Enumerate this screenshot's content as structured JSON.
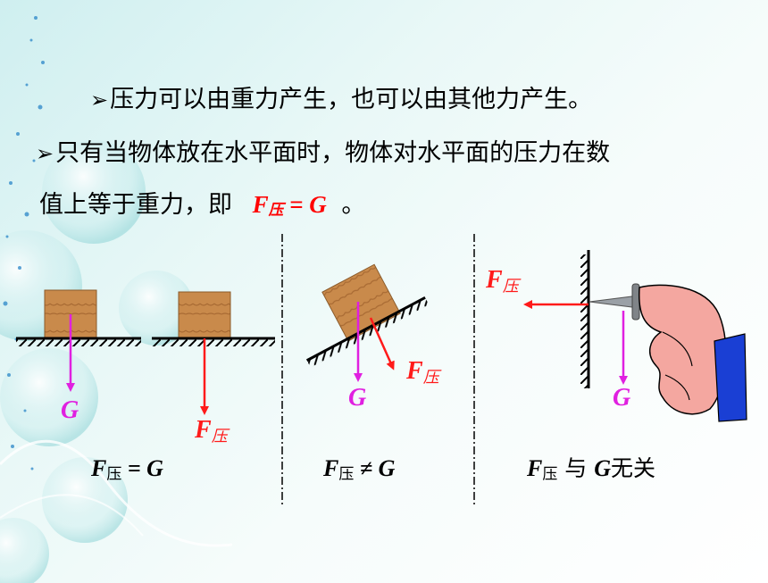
{
  "text": {
    "bullet1": "压力可以由重力产生，也可以由其他力产生。",
    "bullet2_line1": "只有当物体放在水平面时，物体对水平面的压力在数",
    "bullet2_line2_prefix": "值上等于重力，即",
    "formula_F": "F",
    "formula_sub": "压",
    "formula_eq": " = G",
    "formula_tail": "。"
  },
  "labels": {
    "g": "G",
    "f": "F",
    "f_sub": "压"
  },
  "captions": {
    "c1_F": "F",
    "c1_sub": "压",
    "c1_rest": " = G",
    "c2_F": "F",
    "c2_sub": "压",
    "c2_rest": " ≠ G",
    "c3_F": "F",
    "c3_sub": "压",
    "c3_mid": " 与 ",
    "c3_G": "G",
    "c3_tail": "无关"
  },
  "colors": {
    "gravity_arrow": "#e020e0",
    "pressure_arrow": "#ff1a1a",
    "block": "#c98a4b",
    "text": "#000000"
  }
}
